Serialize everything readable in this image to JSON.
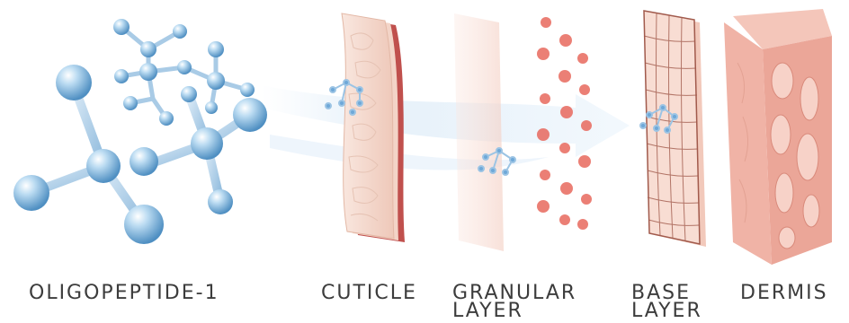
{
  "labels": {
    "oligopeptide": "OLIGOPEPTIDE-1",
    "cuticle": "CUTICLE",
    "granular_line1": "GRANULAR",
    "granular_line2": "LAYER",
    "base_line1": "BASE",
    "base_line2": "LAYER",
    "dermis": "DERMIS"
  },
  "colors": {
    "molecule_blue": "#7fb6e0",
    "cuticle_fill": "#f6ddd2",
    "cuticle_edge": "#c0504d",
    "granular_fill": "#f9e0d8",
    "granule_red": "#e8695e",
    "base_fill": "#f2c9bb",
    "dermis_fill": "#e89a8e",
    "label_text": "#3c3c3c"
  }
}
